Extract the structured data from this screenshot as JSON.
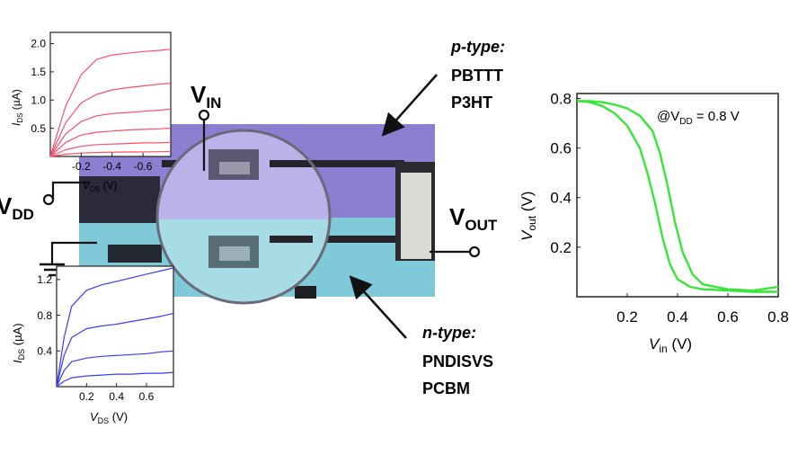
{
  "labels": {
    "vin": {
      "main": "V",
      "sub": "IN"
    },
    "vdd": {
      "main": "V",
      "sub": "DD"
    },
    "vout": {
      "main": "V",
      "sub": "OUT"
    },
    "ptype": {
      "title": "p-type:",
      "line1": "PBTTT",
      "line2": "P3HT"
    },
    "ntype": {
      "title": "n-type:",
      "line1": "PNDISVS",
      "line2": "PCBM"
    }
  },
  "colors": {
    "p_curve": "#ff4d6a",
    "n_curve": "#3a3aff",
    "vtc_curve": "#37e637",
    "substrate_top": "#8a7fd0",
    "substrate_bottom": "#7fc9d8"
  },
  "chart_data": [
    {
      "type": "line",
      "title": "",
      "xlabel": "V_DS (V)",
      "ylabel": "I_DS (µA)",
      "x_ticks": [
        "-0.2",
        "-0.4",
        "-0.6"
      ],
      "y_ticks": [
        "0.5",
        "1.0",
        "1.5",
        "2.0"
      ],
      "xlim": [
        0,
        -0.78
      ],
      "ylim": [
        0,
        2.2
      ],
      "series": [
        {
          "x": [
            0,
            -0.1,
            -0.2,
            -0.3,
            -0.4,
            -0.5,
            -0.6,
            -0.7,
            -0.78
          ],
          "y": [
            0,
            0.9,
            1.45,
            1.72,
            1.8,
            1.83,
            1.86,
            1.88,
            1.9
          ]
        },
        {
          "x": [
            0,
            -0.1,
            -0.2,
            -0.3,
            -0.4,
            -0.5,
            -0.6,
            -0.7,
            -0.78
          ],
          "y": [
            0,
            0.6,
            0.95,
            1.1,
            1.18,
            1.22,
            1.25,
            1.28,
            1.3
          ]
        },
        {
          "x": [
            0,
            -0.1,
            -0.2,
            -0.3,
            -0.4,
            -0.5,
            -0.6,
            -0.7,
            -0.78
          ],
          "y": [
            0,
            0.4,
            0.62,
            0.72,
            0.76,
            0.78,
            0.8,
            0.82,
            0.84
          ]
        },
        {
          "x": [
            0,
            -0.1,
            -0.2,
            -0.3,
            -0.4,
            -0.5,
            -0.6,
            -0.7,
            -0.78
          ],
          "y": [
            0,
            0.25,
            0.38,
            0.43,
            0.45,
            0.47,
            0.48,
            0.49,
            0.5
          ]
        },
        {
          "x": [
            0,
            -0.1,
            -0.2,
            -0.3,
            -0.4,
            -0.5,
            -0.6,
            -0.7,
            -0.78
          ],
          "y": [
            0,
            0.12,
            0.18,
            0.21,
            0.22,
            0.23,
            0.24,
            0.24,
            0.25
          ]
        },
        {
          "x": [
            0,
            -0.1,
            -0.2,
            -0.3,
            -0.4,
            -0.5,
            -0.6,
            -0.7,
            -0.78
          ],
          "y": [
            0,
            0.04,
            0.06,
            0.07,
            0.075,
            0.08,
            0.08,
            0.085,
            0.09
          ]
        }
      ]
    },
    {
      "type": "line",
      "title": "",
      "xlabel": "V_DS (V)",
      "ylabel": "I_DS (µA)",
      "x_ticks": [
        "0.2",
        "0.4",
        "0.6"
      ],
      "y_ticks": [
        "0.4",
        "0.8",
        "1.2"
      ],
      "xlim": [
        0,
        0.78
      ],
      "ylim": [
        0,
        1.35
      ],
      "series": [
        {
          "x": [
            0,
            0.05,
            0.1,
            0.2,
            0.3,
            0.4,
            0.5,
            0.6,
            0.7,
            0.78
          ],
          "y": [
            0,
            0.55,
            0.9,
            1.08,
            1.14,
            1.18,
            1.22,
            1.26,
            1.3,
            1.33
          ]
        },
        {
          "x": [
            0,
            0.05,
            0.1,
            0.2,
            0.3,
            0.4,
            0.5,
            0.6,
            0.7,
            0.78
          ],
          "y": [
            0,
            0.35,
            0.55,
            0.65,
            0.68,
            0.7,
            0.73,
            0.76,
            0.79,
            0.82
          ]
        },
        {
          "x": [
            0,
            0.05,
            0.1,
            0.2,
            0.3,
            0.4,
            0.5,
            0.6,
            0.7,
            0.78
          ],
          "y": [
            0,
            0.18,
            0.28,
            0.32,
            0.34,
            0.35,
            0.36,
            0.37,
            0.39,
            0.4
          ]
        },
        {
          "x": [
            0,
            0.05,
            0.1,
            0.2,
            0.3,
            0.4,
            0.5,
            0.6,
            0.7,
            0.78
          ],
          "y": [
            0,
            0.06,
            0.1,
            0.12,
            0.13,
            0.14,
            0.14,
            0.15,
            0.15,
            0.16
          ]
        }
      ]
    },
    {
      "type": "line",
      "title": "",
      "annotation": "@V_DD = 0.8 V",
      "xlabel": "V_in (V)",
      "ylabel": "V_out (V)",
      "x_ticks": [
        "0.2",
        "0.4",
        "0.6",
        "0.8"
      ],
      "y_ticks": [
        "0.2",
        "0.4",
        "0.6",
        "0.8"
      ],
      "xlim": [
        0,
        0.8
      ],
      "ylim": [
        0,
        0.82
      ],
      "series": [
        {
          "x": [
            0,
            0.05,
            0.1,
            0.15,
            0.2,
            0.25,
            0.28,
            0.31,
            0.34,
            0.37,
            0.4,
            0.45,
            0.5,
            0.6,
            0.7,
            0.8
          ],
          "y": [
            0.79,
            0.785,
            0.77,
            0.74,
            0.69,
            0.6,
            0.5,
            0.38,
            0.24,
            0.13,
            0.07,
            0.04,
            0.03,
            0.025,
            0.02,
            0.02
          ]
        },
        {
          "x": [
            0,
            0.05,
            0.1,
            0.15,
            0.2,
            0.25,
            0.3,
            0.33,
            0.36,
            0.39,
            0.42,
            0.46,
            0.5,
            0.6,
            0.7,
            0.8
          ],
          "y": [
            0.79,
            0.789,
            0.785,
            0.775,
            0.76,
            0.73,
            0.67,
            0.58,
            0.45,
            0.3,
            0.18,
            0.09,
            0.05,
            0.03,
            0.025,
            0.04
          ]
        }
      ]
    }
  ]
}
